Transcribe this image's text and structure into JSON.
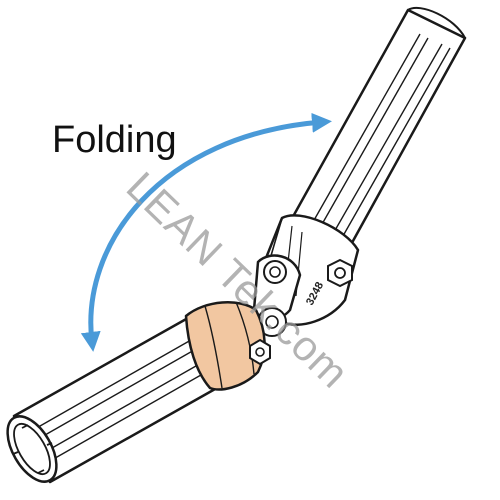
{
  "diagram": {
    "label": "Folding",
    "part_marking": "3248",
    "watermark": "LEAN Tek.com",
    "colors": {
      "arrow": "#4a9ad8",
      "joint": "#f2c7a1",
      "outline": "#1a1a1a",
      "tube": "#ffffff",
      "watermark": "#9a9a9a"
    },
    "icons": [
      "folding-arrow-icon",
      "hex-bolt-icon"
    ]
  }
}
